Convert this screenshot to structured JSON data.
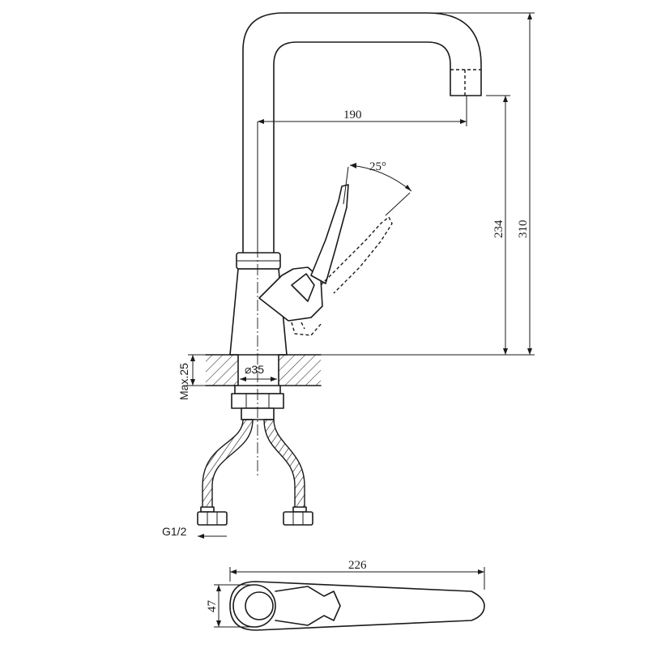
{
  "labels": {
    "spout_reach": "190",
    "spout_height": "234",
    "total_height": "310",
    "lever_angle": "25°",
    "max_counter": "Max.25",
    "hole_diameter": "⌀35",
    "thread": "G1/2",
    "top_length": "226",
    "top_width": "47"
  },
  "colors": {
    "line": "#1a1a1a",
    "background": "#ffffff"
  }
}
